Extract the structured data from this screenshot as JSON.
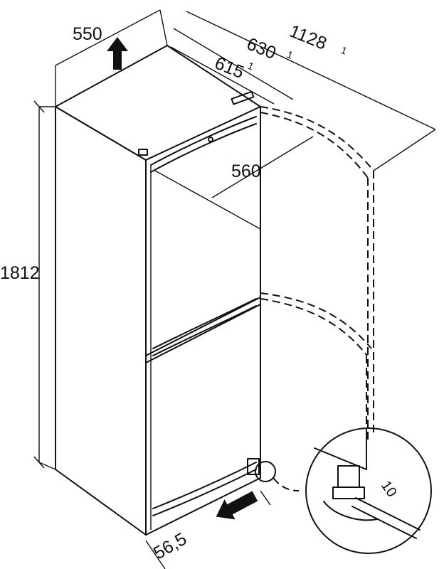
{
  "dimensions": {
    "width": "550",
    "height": "1812",
    "depth_630": "630",
    "depth_615": "615",
    "depth_total": "1128",
    "door_depth": "560",
    "gap": "56,5",
    "detail_size": "10"
  },
  "footnote_marker": "1"
}
